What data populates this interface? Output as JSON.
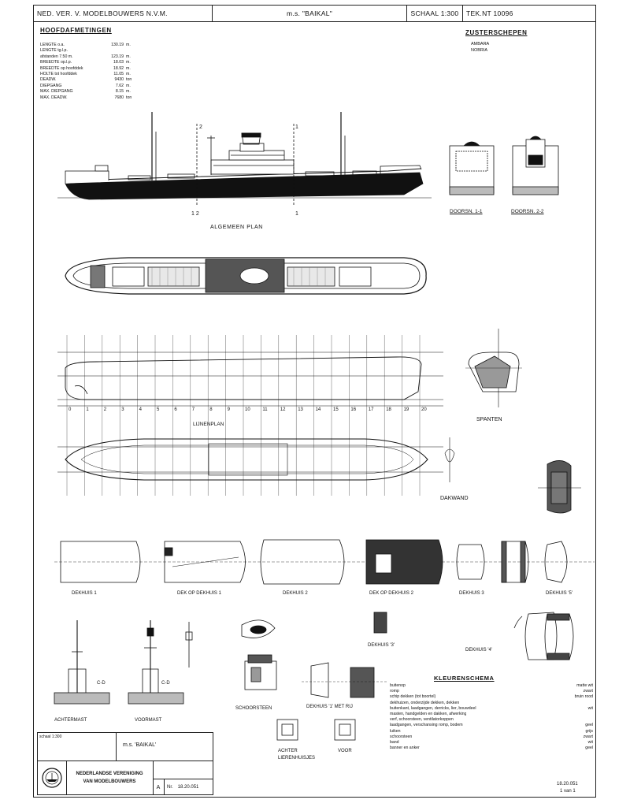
{
  "header": {
    "org": "NED. VER. V. MODELBOUWERS N.V.M.",
    "ship": "m.s. \"BAIKAL\"",
    "scale": "SCHAAL 1:300",
    "drawing_number": "TEK.NT 10096"
  },
  "main_dimensions": {
    "title": "HOOFDAFMETINGEN",
    "rows": [
      {
        "label": "LENGTE o.a.",
        "value": "130.19",
        "unit": "m."
      },
      {
        "label": "LENGTE tg.l.p.",
        "value": "",
        "unit": ""
      },
      {
        "label": "afstanden 7.50 m.",
        "value": "123.19",
        "unit": "m."
      },
      {
        "label": "BREEDTE op.l.p.",
        "value": "18.03",
        "unit": "m."
      },
      {
        "label": "BREEDTE op hoofddek",
        "value": "18.92",
        "unit": "m."
      },
      {
        "label": "HOLTE tot hoofddek",
        "value": "11.05",
        "unit": "m."
      },
      {
        "label": "DEADW.",
        "value": "9430",
        "unit": "ton"
      },
      {
        "label": "DIEPGANG",
        "value": "7.62",
        "unit": "m."
      },
      {
        "label": "MAX. DIEPGANG",
        "value": "8.15",
        "unit": "m."
      },
      {
        "label": "MAX. DEADW.",
        "value": "7680",
        "unit": "ton"
      }
    ]
  },
  "sister_ships": {
    "title": "ZUSTERSCHEPEN",
    "items": [
      "AMBARA",
      "NOBRIA"
    ]
  },
  "labels": {
    "general_plan": "ALGEMEEN PLAN",
    "section_1": "DOORSN. 1-1",
    "section_2": "DOORSN. 2-2",
    "lines_plan": "LIJNENPLAN",
    "frames": "SPANTEN",
    "deck_wall": "DAKWAND",
    "deckhouse_1": "DEKHUIS 1",
    "roof_deckhouse_1": "DEK OP DEKHUIS 1",
    "deckhouse_2": "DEKHUIS 2",
    "roof_deckhouse_2": "DEK OP DEKHUIS 2",
    "deckhouse_3": "DEKHUIS 3",
    "deckhouse_4": "DEKHUIS '4'",
    "deckhouse_5": "DEKHUIS '5'",
    "deckhouse_3b": "DEKHUIS '3'",
    "deckhouse_1b": "DEKHUIS '1'",
    "deckhouse_1c": "DEKHUIS '1' MET RIJ",
    "aft_mast": "ACHTERMAST",
    "fore_mast": "VOORMAST",
    "funnel": "SCHOORSTEEN",
    "aft": "ACHTER",
    "fore": "VOOR",
    "paint_title": "KLEURENSCHEMA",
    "ladders": "LIERENHUISJES",
    "cd": "C-D",
    "frame_numbers": [
      "0",
      "1",
      "2",
      "3",
      "4",
      "5",
      "6",
      "7",
      "8",
      "9",
      "10",
      "11",
      "12",
      "13",
      "14",
      "15",
      "16",
      "17",
      "18",
      "19",
      "20"
    ]
  },
  "paint_schema": [
    {
      "item": "buitenop",
      "color": "matte wit"
    },
    {
      "item": "romp",
      "color": "zwart"
    },
    {
      "item": "schip dekken (tot boortel)",
      "color": "bruin rood"
    },
    {
      "item": "dekhuizen, onderzijde dekken, dekken",
      "color": ""
    },
    {
      "item": "buitenkant, laadgangen, derricks, lier, bouwdeel",
      "color": "wit"
    },
    {
      "item": "masten, handgelden en dakken, afwerking",
      "color": ""
    },
    {
      "item": "verf, schoorsteen, ventilatorkoppen",
      "color": ""
    },
    {
      "item": "laadgangen, verschansing romp, bodem",
      "color": "geel"
    },
    {
      "item": "luiken",
      "color": "grijs"
    },
    {
      "item": "schoorsteen",
      "color": "zwart"
    },
    {
      "item": "band",
      "color": "wit"
    },
    {
      "item": "banner en anker",
      "color": "geel"
    }
  ],
  "title_block": {
    "scale_label": "schaal",
    "scale_value": "1:300",
    "ship": "m.s. 'BAIKAL'",
    "society_line1": "NEDERLANDSE VERENIGING",
    "society_line2": "VAN MODELBOUWERS",
    "sheet_letter": "A",
    "number_label": "Nr.",
    "number_value": "18.20.051"
  },
  "sheet_ref": {
    "number": "18.20.051",
    "sheet": "1 van 1"
  }
}
